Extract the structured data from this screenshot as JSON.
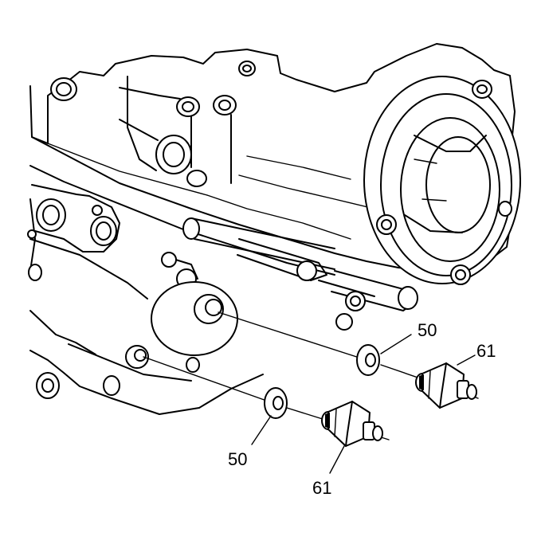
{
  "callouts": {
    "washer_upper": "50",
    "sensor_upper": "61",
    "washer_lower": "50",
    "sensor_lower": "61"
  },
  "colors": {
    "line": "#000000",
    "background": "#ffffff"
  }
}
